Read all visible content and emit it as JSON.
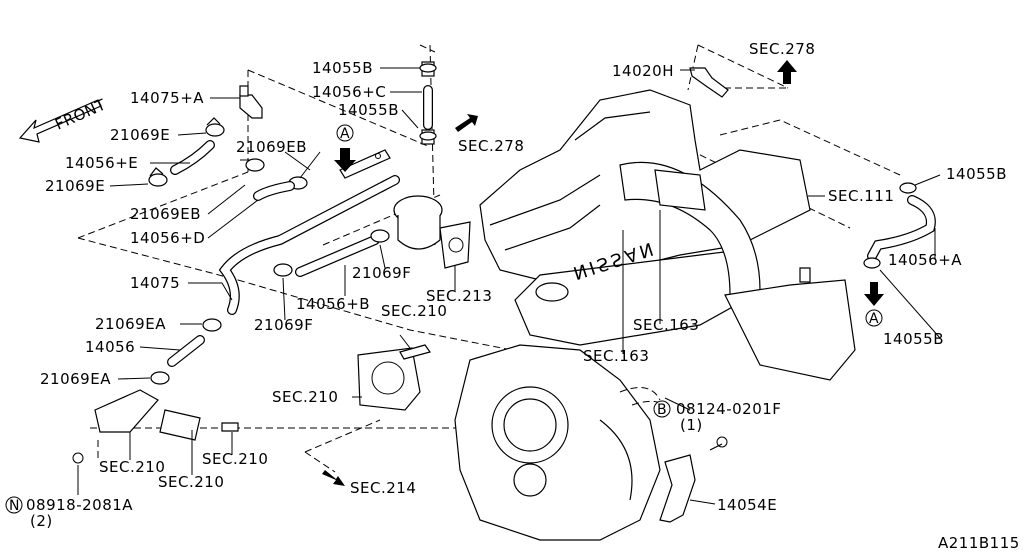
{
  "front_label": "FRONT",
  "code": "A211B115",
  "marker_a": "A",
  "marker_b": "B",
  "marker_n": "N",
  "labels": {
    "p14075_a": "14075+A",
    "p21069e_1": "21069E",
    "p14056_e": "14056+E",
    "p21069e_2": "21069E",
    "p21069eb_1": "21069EB",
    "p21069eb_2": "21069EB",
    "p14056_d": "14056+D",
    "p14075": "14075",
    "p21069ea_1": "21069EA",
    "p14056": "14056",
    "p21069ea_2": "21069EA",
    "sec210_a": "SEC.210",
    "sec210_b": "SEC.210",
    "sec210_c": "SEC.210",
    "sec210_d": "SEC.210",
    "sec210_e": "SEC.210",
    "p08918": "08918-2081A",
    "qty_2": "(2)",
    "p14055b_1": "14055B",
    "p14056_c": "14056+C",
    "p14055b_2": "14055B",
    "sec278_a": "SEC.278",
    "p21069f_1": "21069F",
    "p14056_b": "14056+B",
    "p21069f_2": "21069F",
    "sec213": "SEC.213",
    "sec214": "SEC.214",
    "p14020h": "14020H",
    "sec278_b": "SEC.278",
    "sec111": "SEC.111",
    "sec163_a": "SEC.163",
    "sec163_b": "SEC.163",
    "p08124": "08124-0201F",
    "qty_1": "(1)",
    "p14054e": "14054E",
    "p14055b_3": "14055B",
    "p14056_a": "14056+A",
    "p14055b_4": "14055B"
  }
}
